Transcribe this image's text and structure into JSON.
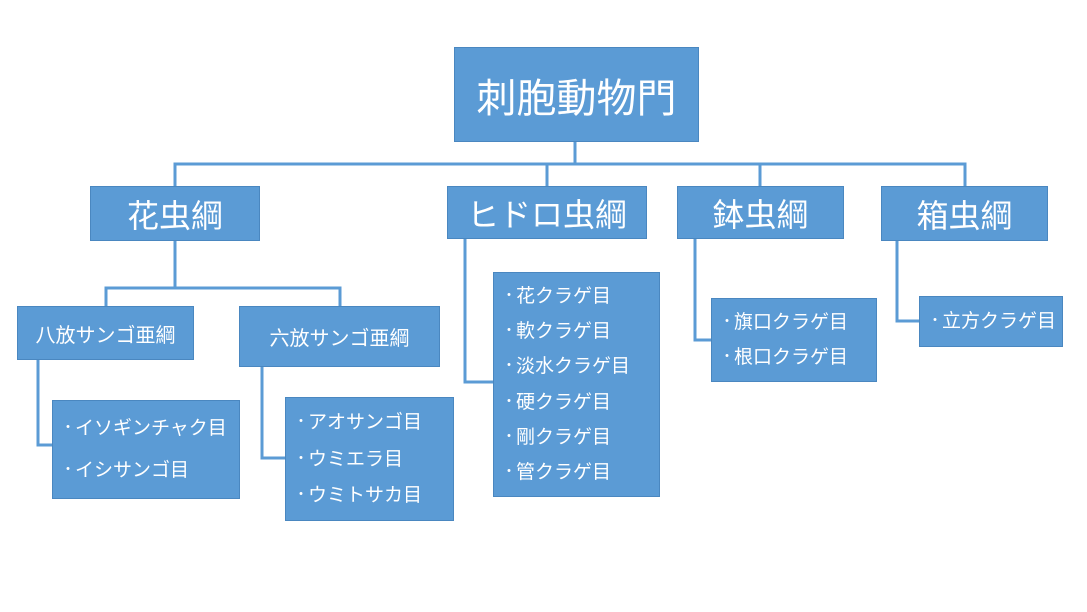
{
  "root": {
    "label": "刺胞動物門"
  },
  "classes": [
    {
      "label": "花虫綱"
    },
    {
      "label": "ヒドロ虫綱"
    },
    {
      "label": "鉢虫綱"
    },
    {
      "label": "箱虫綱"
    }
  ],
  "subclasses": [
    {
      "label": "八放サンゴ亜綱"
    },
    {
      "label": "六放サンゴ亜綱"
    }
  ],
  "lists": {
    "octocorallia": {
      "bullet": "・",
      "items": [
        "イソギンチャク目",
        "イシサンゴ目"
      ]
    },
    "hexacorallia": {
      "bullet": "・",
      "items": [
        "アオサンゴ目",
        "ウミエラ目",
        "ウミトサカ目"
      ]
    },
    "hydrozoa": {
      "bullet": "・",
      "items": [
        "花クラゲ目",
        "軟クラゲ目",
        "淡水クラゲ目",
        "硬クラゲ目",
        "剛クラゲ目",
        "管クラゲ目"
      ]
    },
    "scyphozoa": {
      "bullet": "・",
      "items": [
        "旗口クラゲ目",
        "根口クラゲ目"
      ]
    },
    "cubozoa": {
      "bullet": "・",
      "items": [
        "立方クラゲ目"
      ]
    }
  },
  "colors": {
    "box_fill": "#5b9bd5",
    "box_border": "#4a87c0",
    "connector": "#5b9bd5",
    "text": "#ffffff",
    "background": "#ffffff"
  }
}
